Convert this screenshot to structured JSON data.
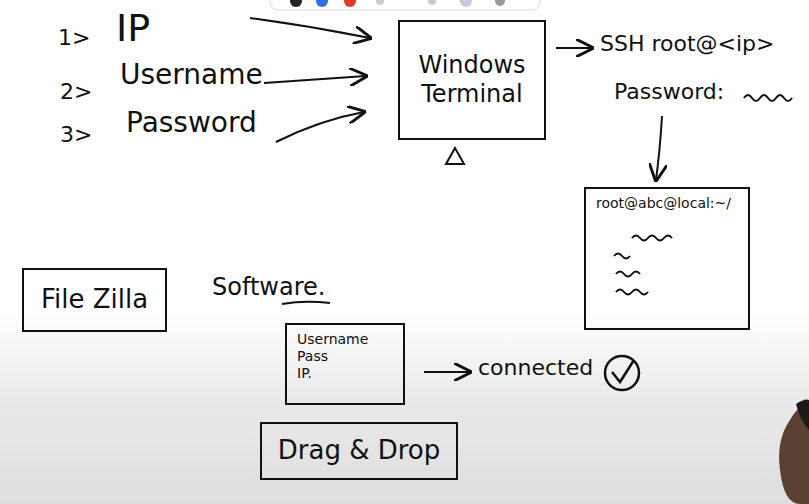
{
  "diagram": {
    "nodes": [
      {
        "text": [
          "Windows Terminal"
        ]
      },
      {
        "text": [
          "root@abc@local:~/"
        ]
      },
      {
        "text": [
          "File Zilla"
        ]
      },
      {
        "text": [
          "Username",
          "Pass",
          "IP."
        ]
      },
      {
        "text": [
          "Drag & Drop"
        ]
      }
    ],
    "labels": [
      "1>",
      "IP",
      "2>",
      "Username",
      "3>",
      "Password",
      "SSH root@<ip>",
      "Password:",
      "Software.",
      "connected"
    ]
  }
}
